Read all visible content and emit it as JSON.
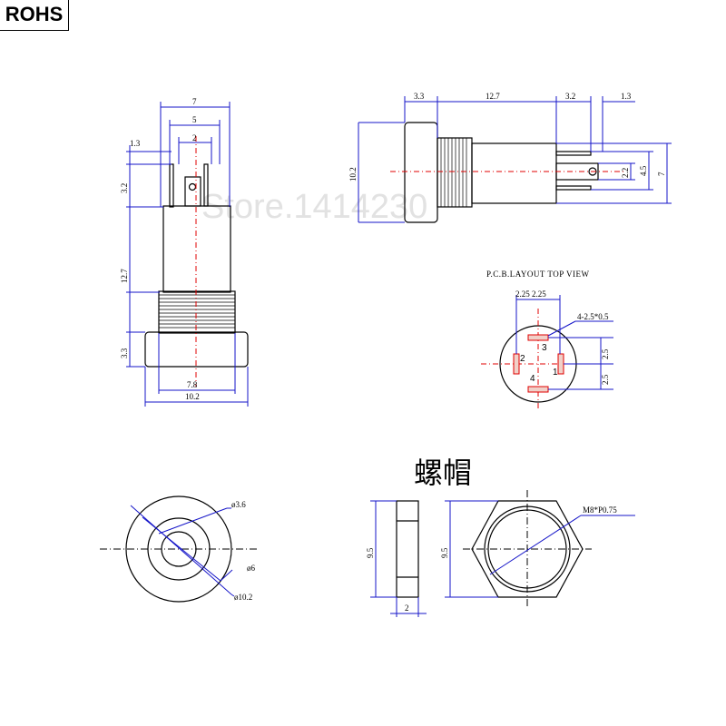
{
  "badge": "ROHS",
  "watermark": "Store.1414230",
  "front_view": {
    "dims": {
      "w7": "7",
      "w5": "5",
      "w2": "2",
      "d13": "1.3",
      "d32": "3.2",
      "d127": "12.7",
      "d33": "3.3",
      "w78": "7.8",
      "w102": "10.2"
    }
  },
  "side_view": {
    "dims": {
      "d33": "3.3",
      "d127": "12.7",
      "d32": "3.2",
      "d13": "1.3",
      "h102": "10.2",
      "h22": "2.2",
      "h45": "4.5",
      "h7": "7"
    }
  },
  "pcb_layout": {
    "title": "P.C.B.LAYOUT TOP VIEW",
    "top_dims": "2.25 2.25",
    "hole_note": "4-2.5*0.5",
    "right_dims": [
      "2.5",
      "2.5"
    ],
    "pins": [
      "1",
      "2",
      "3",
      "4"
    ]
  },
  "nut": {
    "title": "螺帽",
    "front_dims": {
      "d36": "ø3.6",
      "d6": "ø6",
      "d102": "ø10.2"
    },
    "side_dims": {
      "h95": "9.5",
      "w2": "2"
    },
    "hex_dims": {
      "h95": "9.5",
      "thread": "M8*P0.75"
    }
  }
}
